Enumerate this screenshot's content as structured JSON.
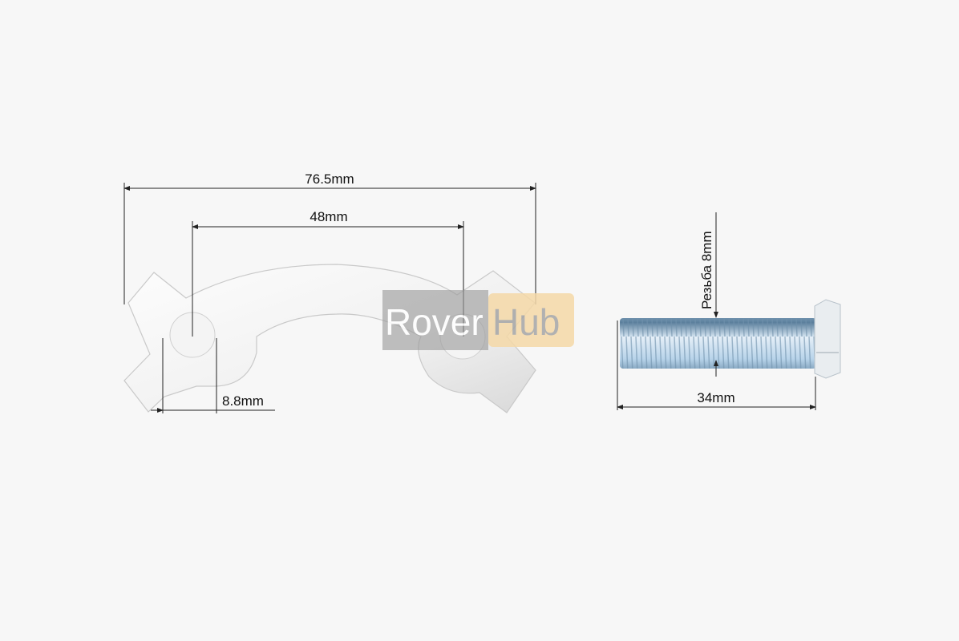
{
  "dimensions": {
    "overall_width": "76.5mm",
    "hole_spacing": "48mm",
    "hole_diameter": "8.8mm",
    "bolt_length": "34mm",
    "thread": "Резьба 8mm"
  },
  "watermark": {
    "part1": "Rover",
    "part2": "Hub",
    "accent": "#f5d9a8"
  },
  "colors": {
    "background": "#f7f7f7",
    "line": "#222222"
  }
}
